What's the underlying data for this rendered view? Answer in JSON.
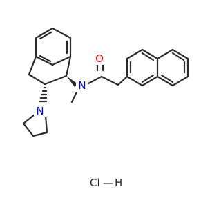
{
  "diagram": {
    "colors": {
      "bond": "#2b2b2b",
      "oxygen": "#ff0000",
      "nitrogen": "#0000ff",
      "background": "#ffffff"
    },
    "atoms": {
      "oxygen_symbol": "O",
      "amide_nitrogen_symbol": "N",
      "ring_nitrogen_symbol": "N"
    },
    "salt": {
      "chlorine": "Cl",
      "dash": "—",
      "hydrogen": "H"
    }
  }
}
